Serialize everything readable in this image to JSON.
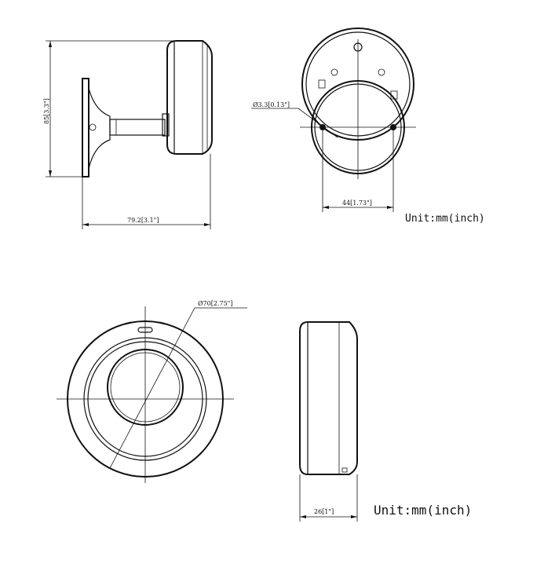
{
  "views": {
    "side_mount": {
      "height_label": "85[3.3\"]",
      "width_label": "79.2[3.1\"]"
    },
    "back_plate": {
      "hole_label": "Ø3.3[0.13\"]",
      "spacing_label": "44[1.73\"]",
      "unit_label": "Unit:mm(inch)"
    },
    "front": {
      "diameter_label": "Ø70[2.75\"]"
    },
    "side_profile": {
      "depth_label": "26[1\"]",
      "unit_label": "Unit:mm(inch)"
    }
  }
}
